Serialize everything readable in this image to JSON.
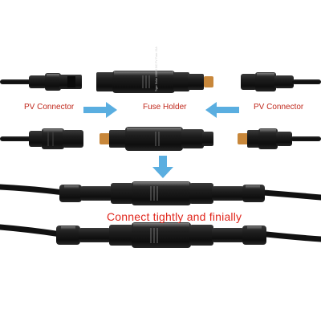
{
  "labels": {
    "pv_connector_left": "PV Connector",
    "fuse_holder": "Fuse Holder",
    "pv_connector_right": "PV Connector",
    "connect_caption": "Connect tightly and finially"
  },
  "fuse_body_print": "Tiger Solar 1500V DC PV Fuse 15A",
  "colors": {
    "caption_red": "#e0261c",
    "label_red": "#c0281c",
    "arrow_blue": "#5aaee0",
    "connector_black": "#1c1c1c",
    "cable_black": "#111111",
    "contact_copper": "#c8873a"
  },
  "icons": {
    "arrow_left_to_fuse": "arrow-right-icon",
    "arrow_right_to_fuse": "arrow-left-icon",
    "arrow_down": "arrow-down-icon"
  }
}
